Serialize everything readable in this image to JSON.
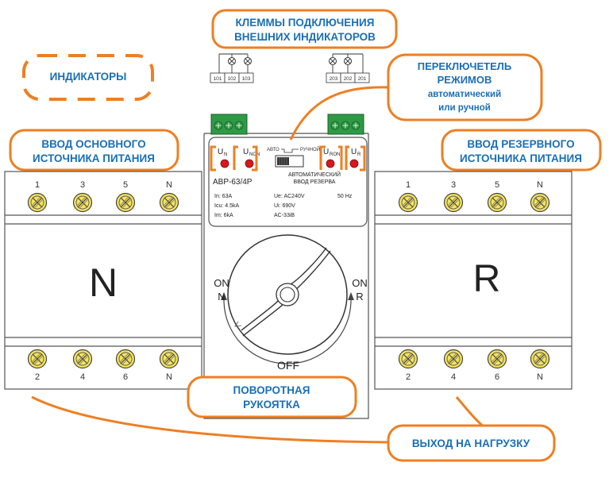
{
  "callouts": {
    "terminals_line1": "КЛЕММЫ ПОДКЛЮЧЕНИЯ",
    "terminals_line2": "ВНЕШНИХ ИНДИКАТОРОВ",
    "indicators": "ИНДИКАТОРЫ",
    "switch_line1": "ПЕРЕКЛЮЧЕТЕЛЬ",
    "switch_line2": "РЕЖИМОВ",
    "switch_line3": "автоматический",
    "switch_line4": "или ручной",
    "main_input_line1": "ВВОД ОСНОВНОГО",
    "main_input_line2": "ИСТОЧНИКА ПИТАНИЯ",
    "reserve_input_line1": "ВВОД РЕЗЕРВНОГО",
    "reserve_input_line2": "ИСТОЧНИКА ПИТАНИЯ",
    "handle_line1": "ПОВОРОТНАЯ",
    "handle_line2": "РУКОЯТКА",
    "output": "ВЫХОД НА НАГРУЗКУ"
  },
  "terminals_left": [
    "101",
    "102",
    "103"
  ],
  "terminals_right": [
    "203",
    "202",
    "201"
  ],
  "indicator_labels": {
    "n_letter": "U",
    "n_sub": "N",
    "non_letter": "U",
    "non_sub": "NON",
    "ron_letter": "U",
    "ron_sub": "RON",
    "r_letter": "U",
    "r_sub": "R"
  },
  "mode_switch": {
    "auto": "АВТО",
    "manual": "РУЧНОЙ"
  },
  "device": {
    "model": "АВР-63/4Р",
    "subtitle_line1": "АВТОМАТИЧЕСКИЙ",
    "subtitle_line2": "ВВОД РЕЗЕРВА",
    "freq": "50 Hz",
    "spec_in": "In: 63A",
    "spec_icu": "Icu: 4.5kA",
    "spec_im": "Im: 6kA",
    "spec_ue": "Ue: AC240V",
    "spec_ui": "Ui: 690V",
    "spec_ac": "AC-33iB"
  },
  "left_module": {
    "letter": "N",
    "top_labels": [
      "1",
      "3",
      "5",
      "N"
    ],
    "bottom_labels": [
      "2",
      "4",
      "6",
      "N"
    ]
  },
  "right_module": {
    "letter": "R",
    "top_labels": [
      "1",
      "3",
      "5",
      "N"
    ],
    "bottom_labels": [
      "2",
      "4",
      "6",
      "N"
    ]
  },
  "dial": {
    "on_left": "ON",
    "n_left": "N",
    "on_right": "ON",
    "r_right": "R",
    "off": "OFF"
  },
  "colors": {
    "callout_border": "#ee7f22",
    "callout_text": "#1a6fb5",
    "led_red": "#d8181e",
    "terminal_green": "#2e9a45",
    "screw_yellow": "#f3e35f"
  }
}
